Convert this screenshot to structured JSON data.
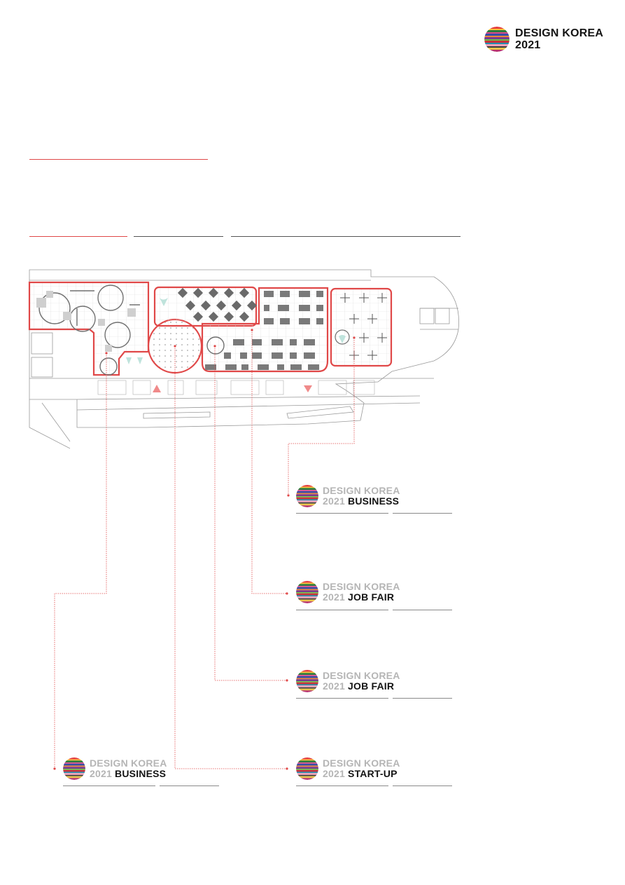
{
  "header": {
    "brand_line1": "DESIGN KOREA",
    "brand_line2": "2021"
  },
  "callouts": [
    {
      "id": "business-right",
      "line1": "DESIGN KOREA",
      "year": "2021",
      "event": "BUSINESS"
    },
    {
      "id": "jobfair-upper",
      "line1": "DESIGN KOREA",
      "year": "2021",
      "event": "JOB FAIR"
    },
    {
      "id": "jobfair-lower",
      "line1": "DESIGN KOREA",
      "year": "2021",
      "event": "JOB FAIR"
    },
    {
      "id": "business-left",
      "line1": "DESIGN KOREA",
      "year": "2021",
      "event": "BUSINESS"
    },
    {
      "id": "startup",
      "line1": "DESIGN KOREA",
      "year": "2021",
      "event": "START-UP"
    }
  ],
  "colors": {
    "accent": "#e04848",
    "zone_outline": "#e04848",
    "booth": "#7a7a7a",
    "wall": "#9a9a9a",
    "text_dark": "#141414",
    "text_gray": "#b5b5b5",
    "teal_marker": "#bfe3dc",
    "arrow_marker": "#f08a8a"
  },
  "icons": [
    "design-korea-logo-icon",
    "up-arrow-icon",
    "down-arrow-icon"
  ]
}
